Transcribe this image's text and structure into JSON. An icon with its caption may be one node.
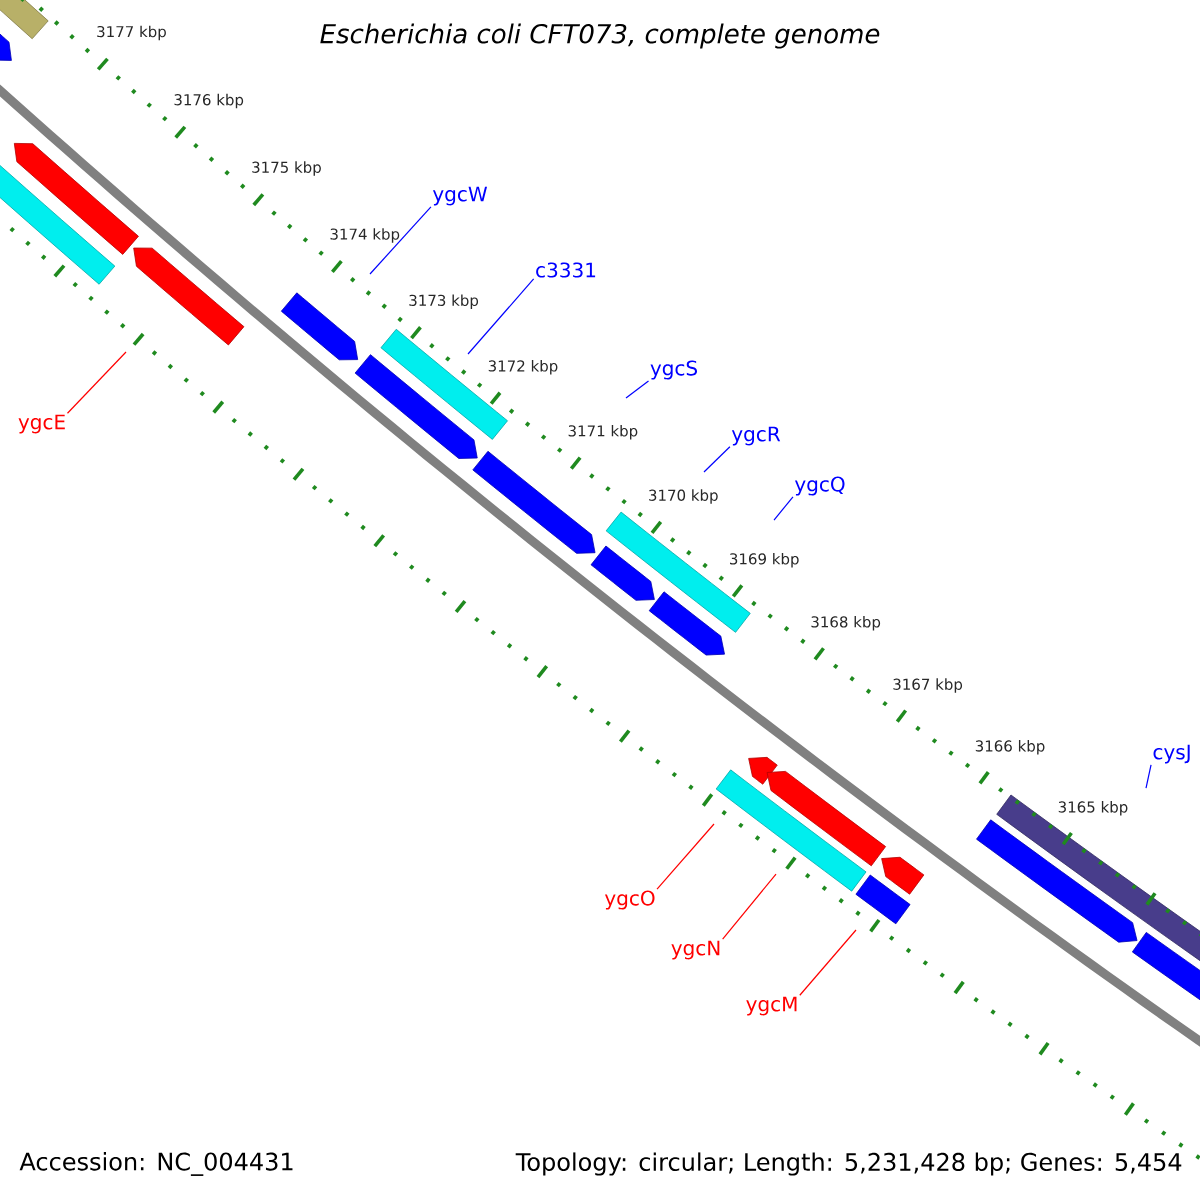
{
  "diagram": {
    "title": "Escherichia coli CFT073, complete genome",
    "nodes": [
      {
        "text": [
          "ygcW"
        ]
      },
      {
        "text": [
          "c3331"
        ]
      },
      {
        "text": [
          "ygcS"
        ]
      },
      {
        "text": [
          "ygcE"
        ]
      },
      {
        "text": [
          "ygcR"
        ]
      },
      {
        "text": [
          "ygcQ"
        ]
      },
      {
        "text": [
          "cysJ"
        ]
      },
      {
        "text": [
          "ygcO"
        ]
      },
      {
        "text": [
          "ygcN"
        ]
      },
      {
        "text": [
          "ygcM"
        ]
      }
    ],
    "edges": [
      {
        "from": 0,
        "to": null,
        "arrow": "none"
      },
      {
        "from": 1,
        "to": null,
        "arrow": "none"
      },
      {
        "from": 2,
        "to": null,
        "arrow": "none"
      },
      {
        "from": 3,
        "to": null,
        "arrow": "none",
        "color": "#ff0000"
      },
      {
        "from": 4,
        "to": null,
        "arrow": "none"
      },
      {
        "from": 5,
        "to": null,
        "arrow": "none"
      },
      {
        "from": 6,
        "to": null,
        "arrow": "none"
      },
      {
        "from": 7,
        "to": null,
        "arrow": "none",
        "color": "#ff0000"
      },
      {
        "from": 8,
        "to": null,
        "arrow": "none",
        "color": "#ff0000"
      },
      {
        "from": 9,
        "to": null,
        "arrow": "none",
        "color": "#ff0000"
      }
    ],
    "labels": [
      "3177 kbp",
      "3176 kbp",
      "3175 kbp",
      "3174 kbp",
      "3173 kbp",
      "3172 kbp",
      "3171 kbp",
      "3170 kbp",
      "3169 kbp",
      "3168 kbp",
      "3167 kbp",
      "3166 kbp",
      "3165 kbp",
      "Accession: NC_004431",
      "Topology: circular; Length: 5,231,428 bp; Genes: 5,454"
    ]
  }
}
